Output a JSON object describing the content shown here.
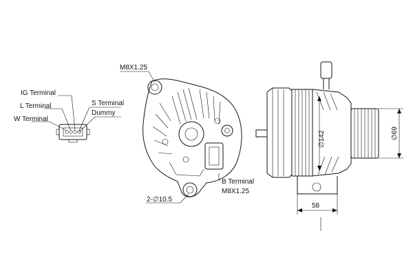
{
  "connector": {
    "ig_terminal": "IG Terminal",
    "l_terminal": "L Terminal",
    "w_terminal": "W Terminal",
    "s_terminal": "S Terminal",
    "dummy": "Dummy"
  },
  "rear_view": {
    "mount_thread": "M8X1.25",
    "b_terminal_title": "B Terminal",
    "b_terminal_thread": "M8X1.25",
    "mount_holes": "2-∅10.5"
  },
  "side_view": {
    "body_diameter": "∅142",
    "pulley_diameter": "∅69",
    "width": "58"
  }
}
